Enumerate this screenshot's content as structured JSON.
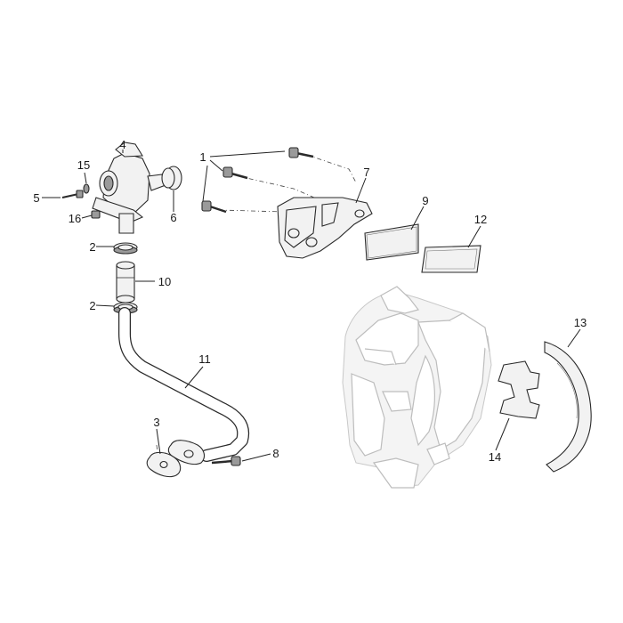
{
  "diagram": {
    "callouts": [
      "1",
      "2",
      "2",
      "3",
      "4",
      "5",
      "6",
      "7",
      "8",
      "9",
      "10",
      "11",
      "12",
      "13",
      "14",
      "15",
      "16"
    ]
  }
}
